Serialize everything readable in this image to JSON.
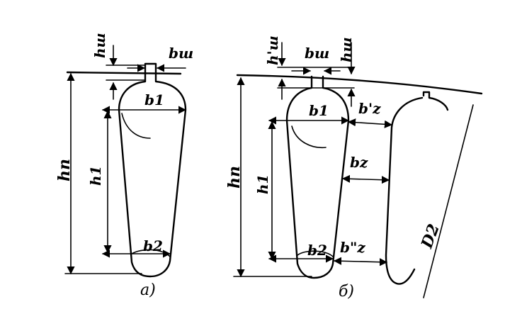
{
  "figure_a": {
    "labels": {
      "h_sh": "hш",
      "b_sh": "bш",
      "h_n": "hп",
      "h_1": "h1",
      "b_1": "b1",
      "b_2": "b2"
    },
    "caption": "а)"
  },
  "figure_b": {
    "labels": {
      "h_sh_prime": "h'ш",
      "b_sh": "bш",
      "h_sh": "hш",
      "b_z_prime": "b'z",
      "h_n": "hп",
      "h_1": "h1",
      "b_1": "b1",
      "b_z": "bz",
      "b_2": "b2",
      "b_z_double": "b\"z",
      "D_2": "D2"
    },
    "caption": "б)"
  }
}
